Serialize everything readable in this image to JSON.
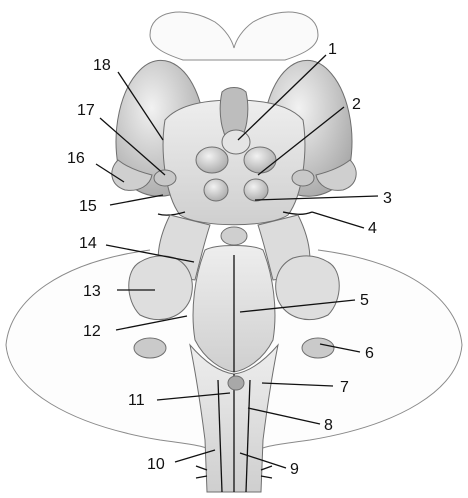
{
  "labels": {
    "n1": "1",
    "n2": "2",
    "n3": "3",
    "n4": "4",
    "n5": "5",
    "n6": "6",
    "n7": "7",
    "n8": "8",
    "n9": "9",
    "n10": "10",
    "n11": "11",
    "n12": "12",
    "n13": "13",
    "n14": "14",
    "n15": "15",
    "n16": "16",
    "n17": "17",
    "n18": "18"
  },
  "colors": {
    "background": "#ffffff",
    "tissue": "#e2e2e2",
    "tissue_shadow": "#b9b9b9",
    "outline": "#6f6f6f",
    "text": "#111111"
  }
}
